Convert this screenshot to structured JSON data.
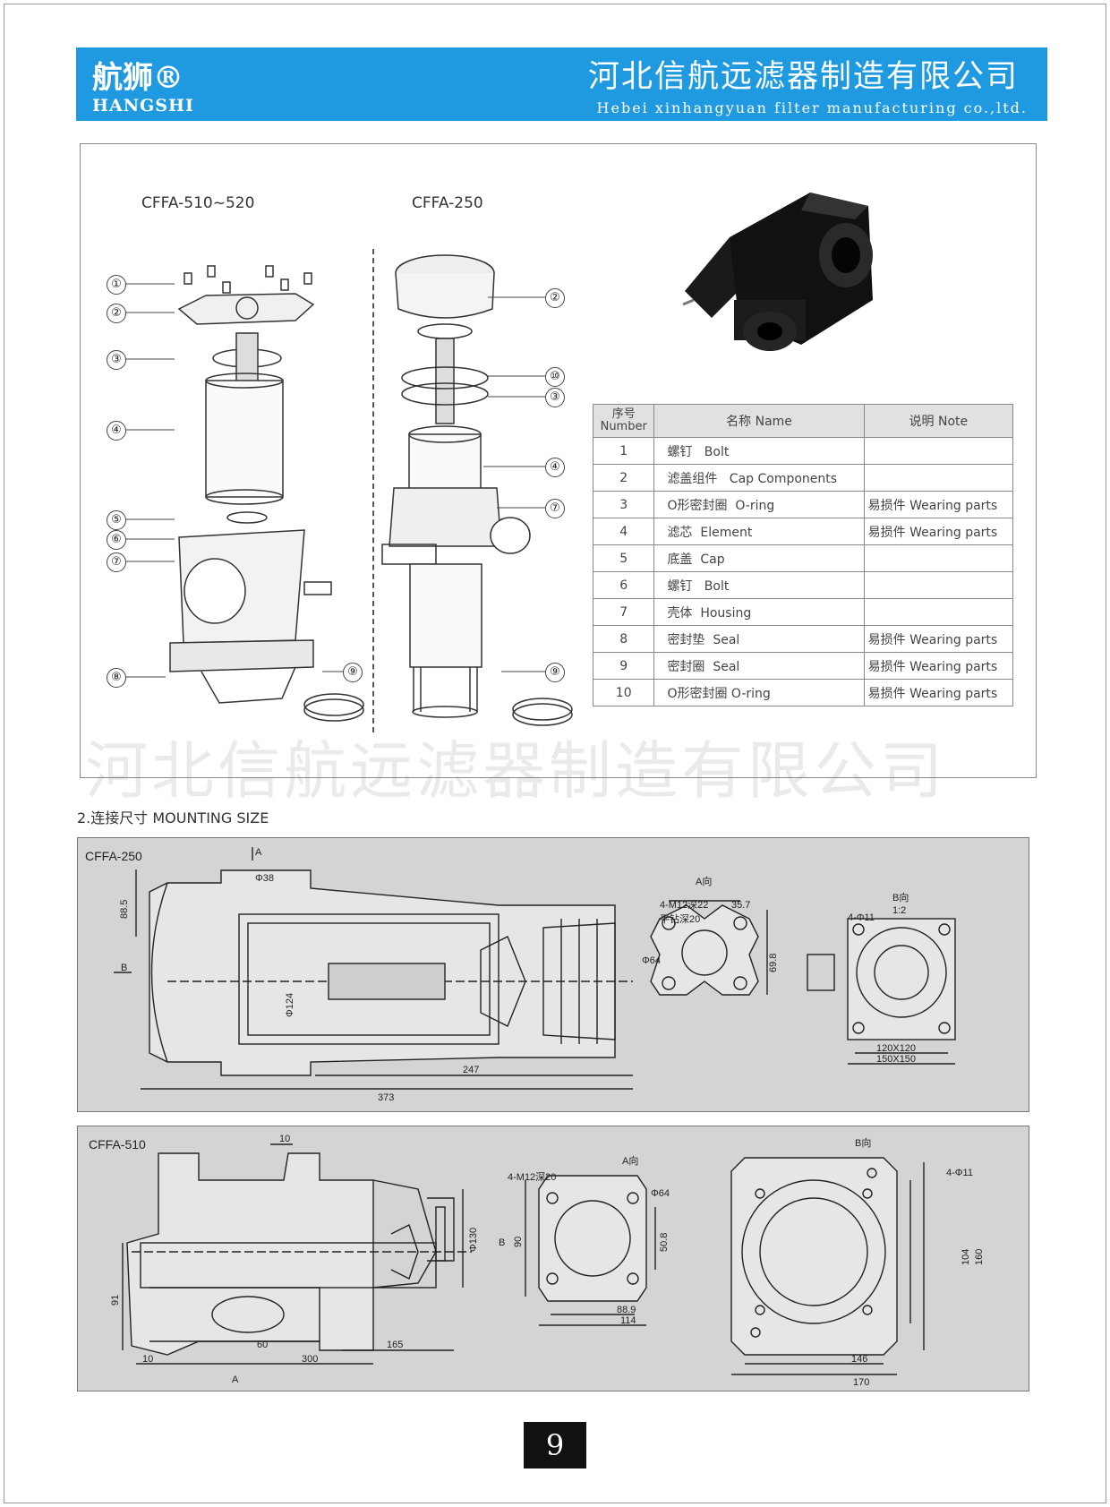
{
  "header": {
    "brand_cn": "航狮®",
    "brand_en": "HANGSHI",
    "company_cn": "河北信航远滤器制造有限公司",
    "company_en": "Hebei xinhangyuan filter manufacturing co.,ltd.",
    "color": "#1f9ae0"
  },
  "exploded_view": {
    "left_model": "CFFA-510~520",
    "right_model": "CFFA-250",
    "left_callouts": [
      "①",
      "②",
      "③",
      "④",
      "⑤",
      "⑥",
      "⑦",
      "⑧",
      "⑨"
    ],
    "right_callouts": [
      "②",
      "⑩",
      "③",
      "④",
      "⑦",
      "⑨"
    ]
  },
  "parts_table": {
    "headers": {
      "number_cn": "序号",
      "number_en": "Number",
      "name": "名称 Name",
      "note": "说明 Note"
    },
    "rows": [
      {
        "num": "1",
        "cn": "螺钉",
        "en": "Bolt",
        "note": ""
      },
      {
        "num": "2",
        "cn": "滤盖组件",
        "en": "Cap Components",
        "note": ""
      },
      {
        "num": "3",
        "cn": "O形密封圈",
        "en": "O-ring",
        "note": "易损件 Wearing parts"
      },
      {
        "num": "4",
        "cn": "滤芯",
        "en": "Element",
        "note": "易损件 Wearing parts"
      },
      {
        "num": "5",
        "cn": "底盖",
        "en": "Cap",
        "note": ""
      },
      {
        "num": "6",
        "cn": "螺钉",
        "en": "Bolt",
        "note": ""
      },
      {
        "num": "7",
        "cn": "壳体",
        "en": "Housing",
        "note": ""
      },
      {
        "num": "8",
        "cn": "密封垫",
        "en": "Seal",
        "note": "易损件 Wearing parts"
      },
      {
        "num": "9",
        "cn": "密封圈",
        "en": "Seal",
        "note": "易损件 Wearing parts"
      },
      {
        "num": "10",
        "cn": "O形密封圈",
        "en": "O-ring",
        "note": "易损件 Wearing parts"
      }
    ]
  },
  "watermark": "河北信航远滤器制造有限公司",
  "section_title": "2.连接尺寸 MOUNTING SIZE",
  "drawing_250": {
    "label": "CFFA-250",
    "dims": {
      "a_arrow": "A",
      "b_arrow": "B",
      "d38": "Φ38",
      "h88": "88.5",
      "d124": "Φ124",
      "l247": "247",
      "l373": "373",
      "view_a": "A向",
      "thread": "4-M12深22",
      "drill": "平钻深20",
      "w35": "35.7",
      "d64": "Φ64",
      "h69": "69.8",
      "view_b": "B向",
      "scale": "1:2",
      "holes": "4-Φ11",
      "w120": "120X120",
      "w150": "150X150"
    }
  },
  "drawing_510": {
    "label": "CFFA-510",
    "dims": {
      "t10": "10",
      "d130": "Φ130",
      "b_arrow": "B",
      "h91": "91",
      "l10": "10",
      "l60": "60",
      "l300": "300",
      "l165": "165",
      "a_arrow": "A",
      "view_a": "A向",
      "thread": "4-M12深20",
      "d64": "Φ64",
      "h90": "90",
      "h50": "50.8",
      "w88": "88.9",
      "w114": "114",
      "view_b": "B向",
      "holes": "4-Φ11",
      "h104": "104",
      "h160": "160",
      "w146": "146",
      "w170": "170"
    }
  },
  "page_number": "9"
}
